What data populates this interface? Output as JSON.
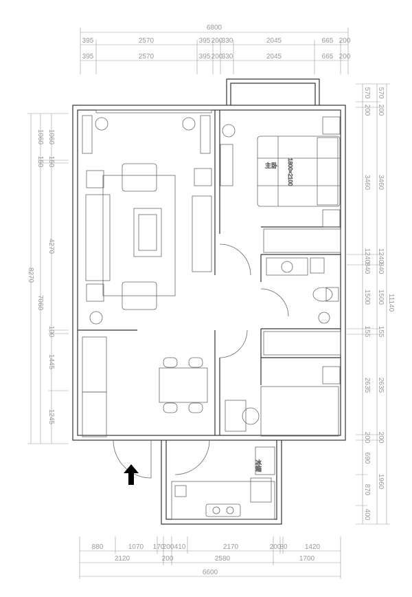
{
  "title": "Floor plan",
  "colors": {
    "wall": "#333333",
    "dimension": "#999999",
    "entry_arrow": "#000000"
  },
  "dims_top": {
    "total": "6800",
    "row1": [
      "395",
      "2570",
      "395",
      "200",
      "330",
      "2045",
      "665",
      "200"
    ],
    "row2": [
      "395",
      "2570",
      "395",
      "200",
      "330",
      "2045",
      "665",
      "200"
    ]
  },
  "dims_bottom": {
    "row1": [
      "880",
      "1070",
      "170",
      "200",
      "410",
      "2170",
      "200",
      "80",
      "1420"
    ],
    "row2": [
      "2120",
      "200",
      "2580",
      "1700"
    ],
    "total": "6600"
  },
  "dims_left": {
    "outer": [
      "1060",
      "150",
      "4270",
      "100",
      "1445",
      "1245"
    ],
    "middle": [
      "1060",
      "150",
      "7060"
    ],
    "total": "8270"
  },
  "dims_right": {
    "inner": [
      "570",
      "200",
      "3460",
      "1240",
      "840",
      "1500",
      "155",
      "2635",
      "200",
      "690",
      "870",
      "400"
    ],
    "middle": [
      "570",
      "200",
      "3460",
      "1240",
      "840",
      "1500",
      "155",
      "2635",
      "200",
      "1960"
    ],
    "total": "11140"
  },
  "labels": {
    "master_bedroom": "主卧",
    "bed_size": "1800×2100",
    "fridge": "冰箱"
  },
  "icons": {
    "entry": "arrow-up-icon"
  }
}
